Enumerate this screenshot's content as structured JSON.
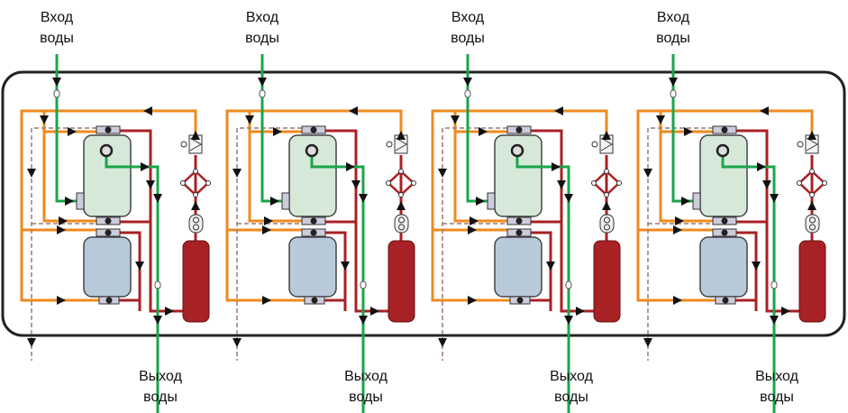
{
  "colors": {
    "water": "#1aa54a",
    "supply": "#ef8a1e",
    "return": "#a82124",
    "dashed": "#9a7a70",
    "upper_vessel": "#d6e9d8",
    "lower_vessel": "#b8c9da",
    "tank": "#a82124",
    "frame": "#222222"
  },
  "units": [
    {
      "inlet_label": [
        "Вход",
        "воды"
      ],
      "outlet_label": [
        "Выход",
        "воды"
      ]
    },
    {
      "inlet_label": [
        "Вход",
        "воды"
      ],
      "outlet_label": [
        "Выход",
        "воды"
      ]
    },
    {
      "inlet_label": [
        "Вход",
        "воды"
      ],
      "outlet_label": [
        "Выход",
        "воды"
      ]
    },
    {
      "inlet_label": [
        "Вход",
        "воды"
      ],
      "outlet_label": [
        "Выход",
        "воды"
      ]
    }
  ]
}
